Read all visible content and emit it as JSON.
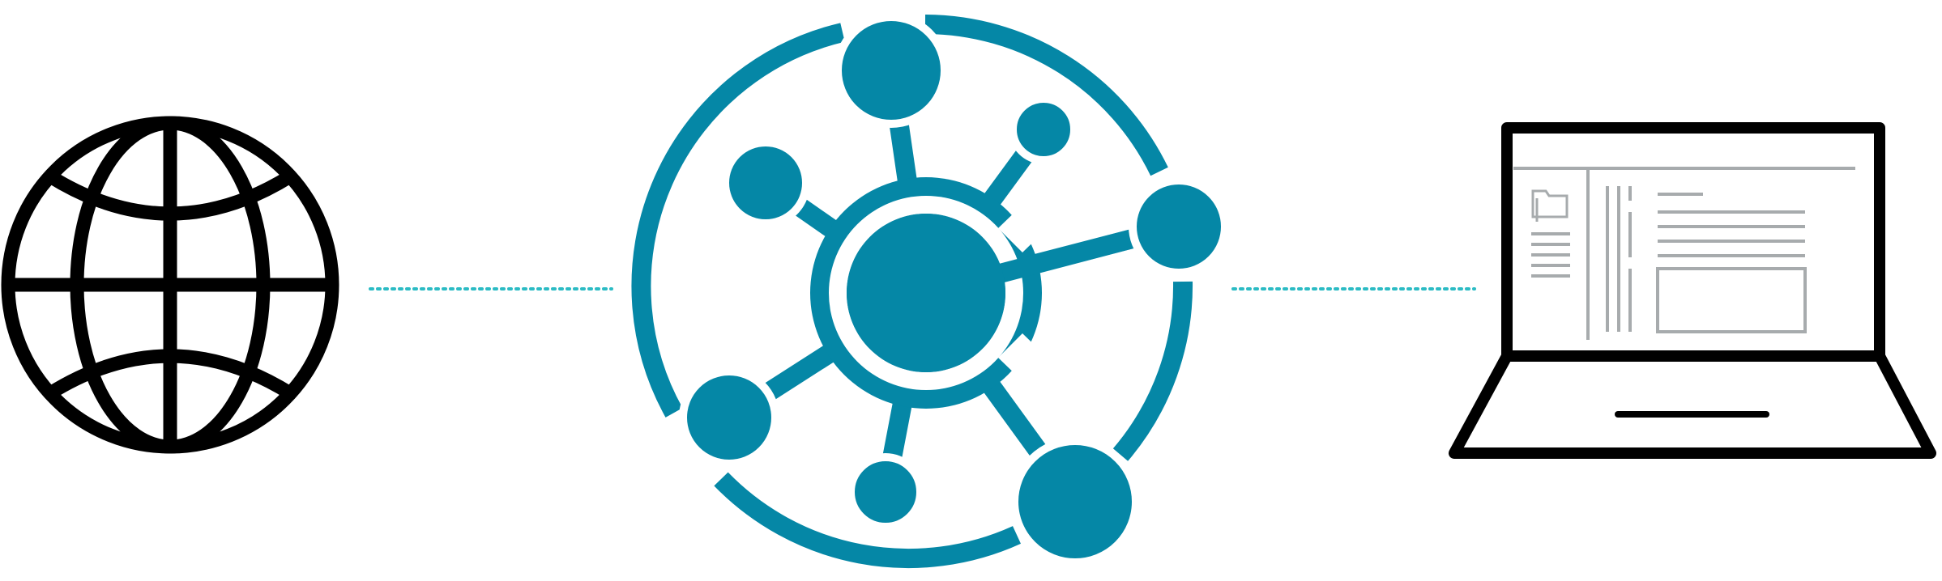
{
  "diagram": {
    "nodes": [
      {
        "id": "internet",
        "icon": "globe-icon"
      },
      {
        "id": "hub",
        "icon": "network-hub-icon"
      },
      {
        "id": "client",
        "icon": "laptop-icon"
      }
    ],
    "connectors": [
      {
        "from": "internet",
        "to": "hub",
        "style": "dotted"
      },
      {
        "from": "hub",
        "to": "client",
        "style": "dotted"
      }
    ],
    "colors": {
      "accent": "#0587a6",
      "connector": "#2bbbc4",
      "outline": "#000000",
      "screen_lines": "#a7abad"
    }
  }
}
